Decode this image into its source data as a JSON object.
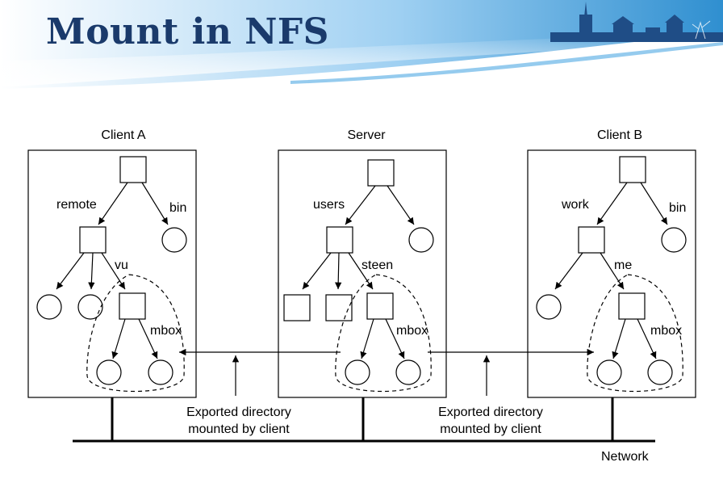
{
  "slide": {
    "title": "Mount in NFS"
  },
  "diagram": {
    "machines": [
      {
        "name": "Client A",
        "labels": {
          "top_left": "remote",
          "top_right": "bin",
          "sub": "vu",
          "export": "mbox"
        }
      },
      {
        "name": "Server",
        "labels": {
          "top_left": "users",
          "sub": "steen",
          "export": "mbox"
        }
      },
      {
        "name": "Client B",
        "labels": {
          "top_left": "work",
          "top_right": "bin",
          "sub": "me",
          "export": "mbox"
        }
      }
    ],
    "annotations": {
      "left_line1": "Exported directory",
      "left_line2": "mounted by client",
      "right_line1": "Exported directory",
      "right_line2": "mounted by client"
    },
    "network_label": "Network"
  },
  "colors": {
    "title": "#1a3a6b",
    "header_blue": "#2f8fd0",
    "line": "#000000"
  }
}
